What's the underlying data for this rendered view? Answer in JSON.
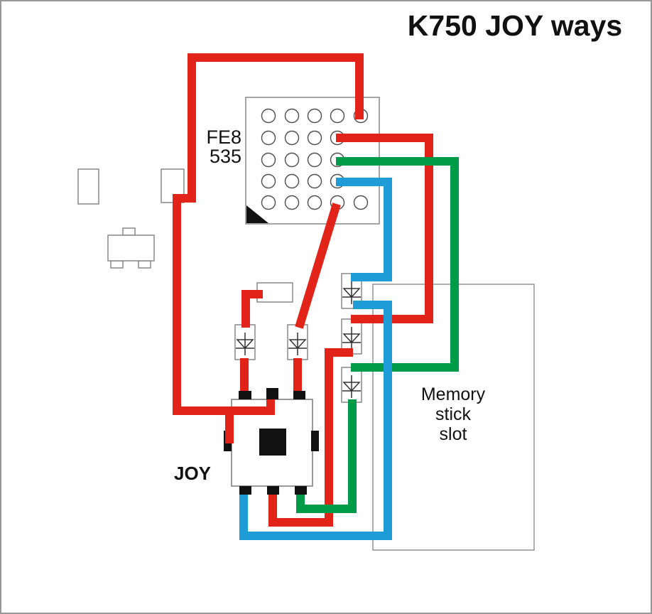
{
  "title": "K750 JOY ways",
  "chip": {
    "label": "FE8\n535"
  },
  "joystick": {
    "label": "JOY"
  },
  "memory_slot": {
    "label": "Memory\nstick\nslot"
  },
  "colors": {
    "red": "#E2231A",
    "green": "#009B48",
    "blue": "#1E9CD8",
    "outline": "#808080",
    "black": "#111111"
  }
}
